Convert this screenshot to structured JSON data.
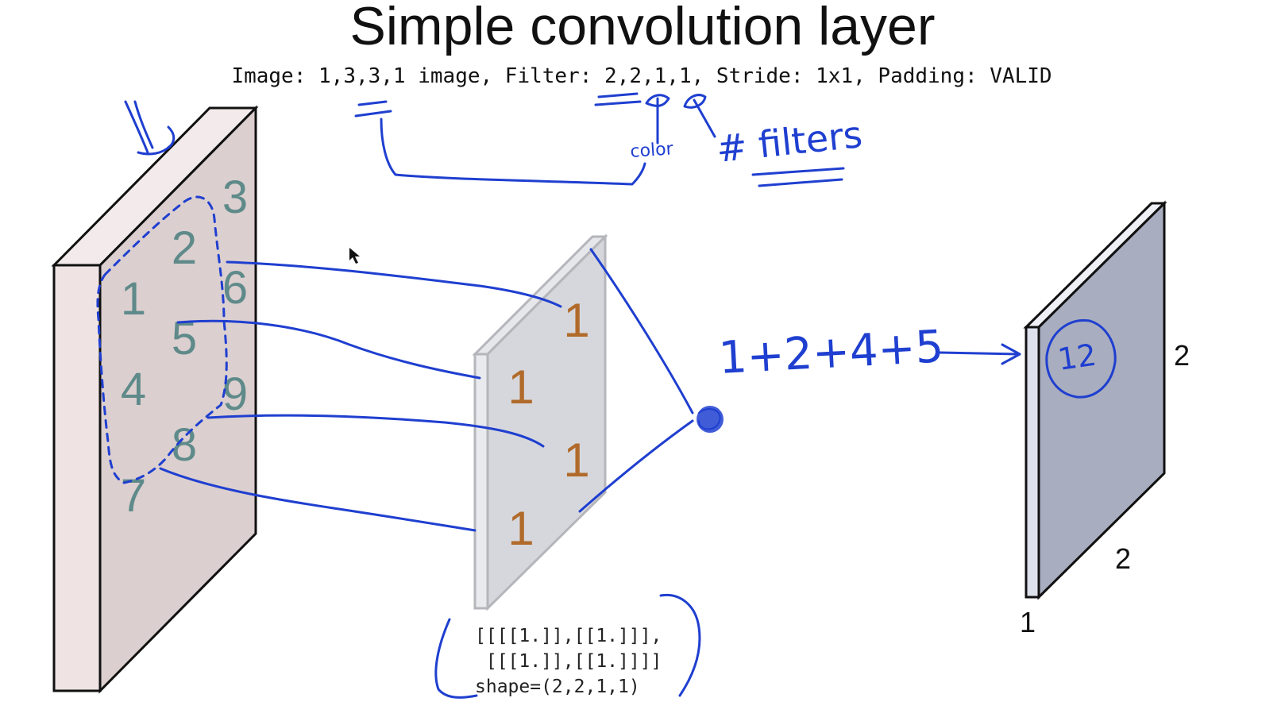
{
  "title": "Simple convolution layer",
  "subtitle": "Image: 1,3,3,1 image, Filter: 2,2,1,1, Stride: 1x1, Padding: VALID",
  "colors": {
    "ink": "#1f3fd0",
    "image_number": "#5f8a8a",
    "filter_number": "#b06a2a",
    "image_face": "#dccfcf",
    "image_side": "#efe3e3",
    "filter_face": "#d6d7dc",
    "output_face": "#a8adbf",
    "output_side": "#dde1ec"
  },
  "image": {
    "values": [
      "1",
      "2",
      "3",
      "4",
      "5",
      "6",
      "7",
      "8",
      "9"
    ]
  },
  "filter": {
    "values": [
      "1",
      "1",
      "1",
      "1"
    ],
    "code_lines": [
      "[[[[1.]],[[1.]]],",
      " [[[1.]],[[1.]]]]",
      "shape=(2,2,1,1)"
    ]
  },
  "output": {
    "value": "12",
    "dims": {
      "height": "2",
      "width": "2",
      "depth": "1"
    }
  },
  "annotations": {
    "sum": "1+2+4+5",
    "color": "color",
    "filters": "# filters"
  }
}
